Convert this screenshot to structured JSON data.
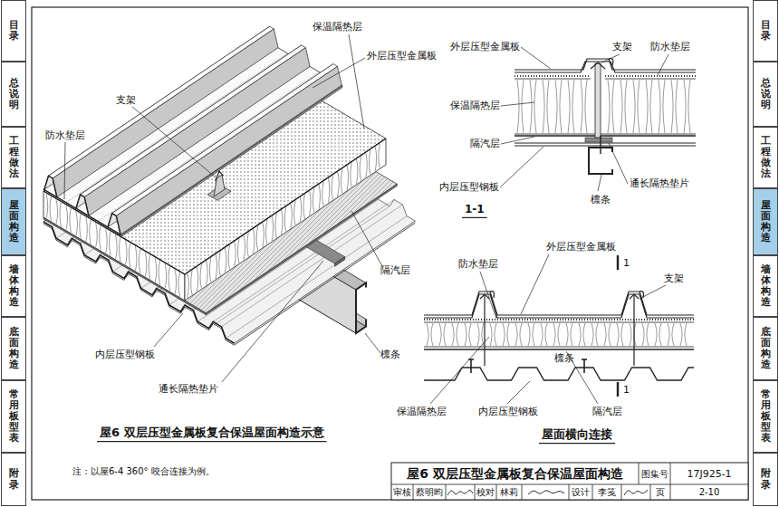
{
  "diagram": {
    "title": "屋6 双层压型金属板复合保温屋面构造",
    "nodes": [
      {
        "text": [
          "目录"
        ]
      },
      {
        "text": [
          "总说明"
        ]
      },
      {
        "text": [
          "工程做法"
        ]
      },
      {
        "text": [
          "屋面构造"
        ]
      },
      {
        "text": [
          "墙体构造"
        ]
      },
      {
        "text": [
          "底面构造"
        ]
      },
      {
        "text": [
          "常用板型表"
        ]
      },
      {
        "text": [
          "附录"
        ]
      },
      {
        "text": [
          "目录"
        ]
      },
      {
        "text": [
          "总说明"
        ]
      },
      {
        "text": [
          "工程做法"
        ]
      },
      {
        "text": [
          "屋面构造"
        ]
      },
      {
        "text": [
          "墙体构造"
        ]
      },
      {
        "text": [
          "底面构造"
        ]
      },
      {
        "text": [
          "常用板型表"
        ]
      },
      {
        "text": [
          "附录"
        ]
      }
    ],
    "labels": [
      "保温隔热层",
      "外层压型金属板",
      "支架",
      "防水垫层",
      "隔汽层",
      "檩条",
      "内层压型钢板",
      "通长隔热垫片",
      "屋6 双层压型金属板复合保温屋面构造示意",
      "外层压型金属板",
      "支架",
      "防水垫层",
      "保温隔热层",
      "隔汽层",
      "内层压型钢板",
      "通长隔热垫片",
      "檩条",
      "1-1",
      "外层压型金属板",
      "防水垫层",
      "1",
      "支架",
      "檩条",
      "1",
      "保温隔热层",
      "内层压型钢板",
      "隔汽层",
      "屋面横向连接",
      "注：以屋6-4 360° 咬合连接为例。",
      "图集号",
      "17J925-1",
      "审核",
      "蔡明昀",
      "校对",
      "林莉",
      "设计",
      "李笺",
      "页",
      "2-10"
    ]
  }
}
